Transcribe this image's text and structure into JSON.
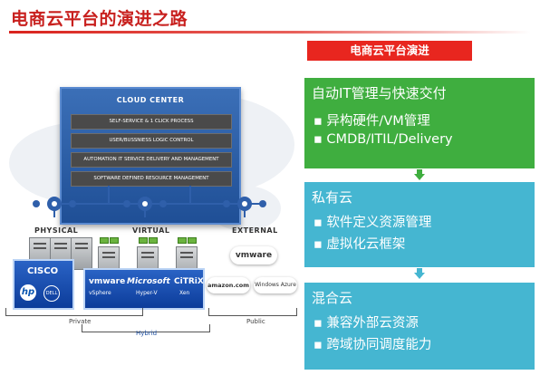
{
  "page": {
    "title": "电商云平台的演进之路"
  },
  "cloud_center": {
    "title": "CLOUD CENTER",
    "rows": [
      "SELF-SERVICE & 1 CLICK PROCESS",
      "USER/BUSSNIESS LOGIC CONTROL",
      "AUTOMATION IT SERVICE DELIVERY AND MANAGEMENT",
      "SOFTWARE DEFINED RESOURCE MANAGEMENT"
    ]
  },
  "zones": {
    "physical": "PHYSICAL",
    "virtual": "VIRTUAL",
    "external": "EXTERNAL"
  },
  "logos": {
    "cisco": "CISCO",
    "hp": "hp",
    "dell": "DELL",
    "vmware": "vmware",
    "vsphere": "vSphere",
    "microsoft": "Microsoft",
    "hyperv": "Hyper-V",
    "citrix": "CiTRiX",
    "xen": "Xen",
    "external_vmware": "vmware",
    "amazon": "amazon.com",
    "windows_azure": "Windows Azure"
  },
  "brackets": {
    "private": "Private",
    "hybrid": "Hybrid",
    "public": "Public"
  },
  "evolution": {
    "header": "电商云平台演进",
    "colors": {
      "header": "#e8261f",
      "stage1": "#3fae3f",
      "stage2": "#45b6d1",
      "stage3": "#45b6d1",
      "arrow": "#3fae3f"
    },
    "stages": [
      {
        "title": "自动IT管理与快速交付",
        "items": [
          "▪  异构硬件/VM管理",
          "▪  CMDB/ITIL/Delivery"
        ]
      },
      {
        "title": "私有云",
        "items": [
          "▪  软件定义资源管理",
          "▪  虚拟化云框架"
        ]
      },
      {
        "title": "混合云",
        "items": [
          "▪  兼容外部云资源",
          "▪  跨域协同调度能力"
        ]
      }
    ]
  }
}
